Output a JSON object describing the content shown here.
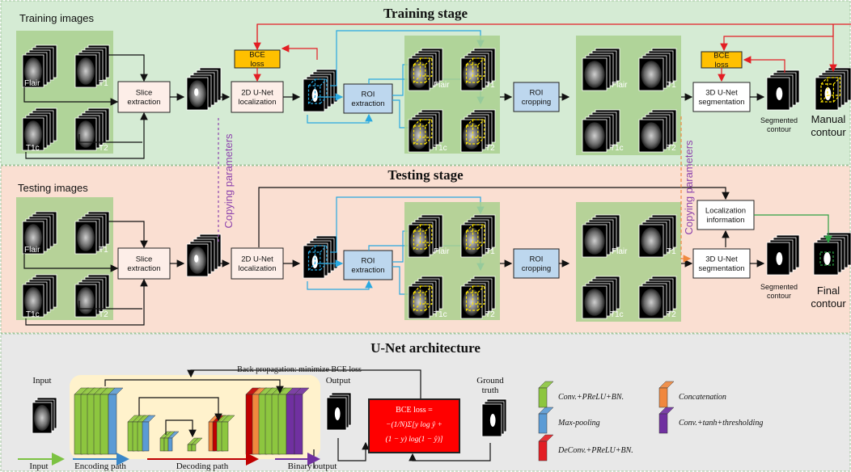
{
  "training": {
    "title": "Training stage",
    "images_label": "Training images",
    "modalities": [
      "Flair",
      "T1",
      "T1c",
      "T2"
    ],
    "slice_extraction": "Slice extraction",
    "unet2d": "2D U-Net localization",
    "bce_loss": "BCE loss",
    "roi_extraction": "ROI extraction",
    "roi_cropping": "ROI cropping",
    "unet3d": "3D U-Net segmentation",
    "segmented_contour": "Segmented contour",
    "manual_contour": "Manual contour"
  },
  "testing": {
    "title": "Testing stage",
    "images_label": "Testing images",
    "modalities": [
      "Flair",
      "T1",
      "T1c",
      "T2"
    ],
    "slice_extraction": "Slice extraction",
    "unet2d": "2D U-Net localization",
    "roi_extraction": "ROI extraction",
    "roi_cropping": "ROI cropping",
    "localization_info": "Localization information",
    "unet3d": "3D U-Net segmentation",
    "segmented_contour": "Segmented contour",
    "final_contour": "Final contour"
  },
  "copying_parameters": "Copying parameters",
  "unet": {
    "title": "U-Net architecture",
    "input_top": "Input",
    "input_bottom": "Input",
    "backprop": "Back propagation: minimize BCE loss",
    "output": "Output",
    "ground_truth": "Ground truth",
    "encoding_path": "Encoding path",
    "decoding_path": "Decoding path",
    "binary_output": "Binary output",
    "bce_formula_line1": "BCE loss =",
    "bce_formula_line2": "−(1/N)Σ[y log ŷ +",
    "bce_formula_line3": "(1 − y) log(1 − ŷ)]"
  },
  "legend": [
    {
      "label": "Conv.+PReLU+BN.",
      "color": "#8dc63f"
    },
    {
      "label": "Max-pooling",
      "color": "#5b9bd5"
    },
    {
      "label": "DeConv.+PReLU+BN.",
      "color": "#e31e24"
    },
    {
      "label": "Concatenation",
      "color": "#f0883e"
    },
    {
      "label": "Conv.+tanh+thresholding",
      "color": "#7030a0"
    }
  ],
  "colors": {
    "training_bg": "#d5ebd4",
    "testing_bg": "#fadfd2",
    "unet_bg": "#e8e8e8",
    "group_bg": "#a9d08e",
    "box_blue": "#bdd7ee",
    "box_pink": "#fdeee8",
    "bce_orange": "#ffc000",
    "arrow_red": "#e31e24",
    "arrow_blue": "#29a8e0",
    "arrow_orange": "#f0883e",
    "arrow_green": "#2ea043",
    "copy_purple": "#8e44ad"
  }
}
